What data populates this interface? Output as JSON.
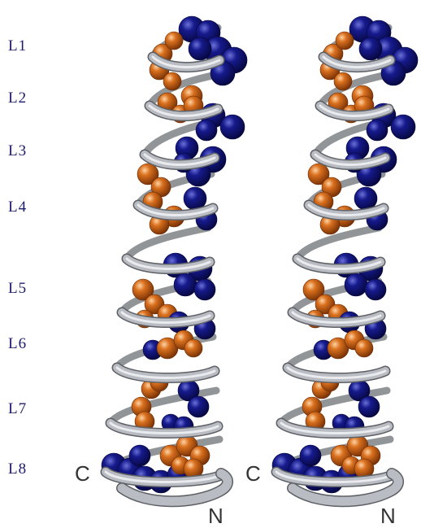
{
  "layer_labels": [
    "L1",
    "L2",
    "L3",
    "L4",
    "L5",
    "L6",
    "L7",
    "L8"
  ],
  "termini": {
    "left_view": {
      "c": "C",
      "n": "N"
    },
    "right_view": {
      "c": "C",
      "n": "N"
    }
  },
  "colors": {
    "label_text": "#1c1c6e",
    "helix_ribbon": "#b9bcc2",
    "helix_ribbon_dark": "#6e7176",
    "sphere_blue": "#161a8c",
    "sphere_orange": "#d9701e"
  }
}
